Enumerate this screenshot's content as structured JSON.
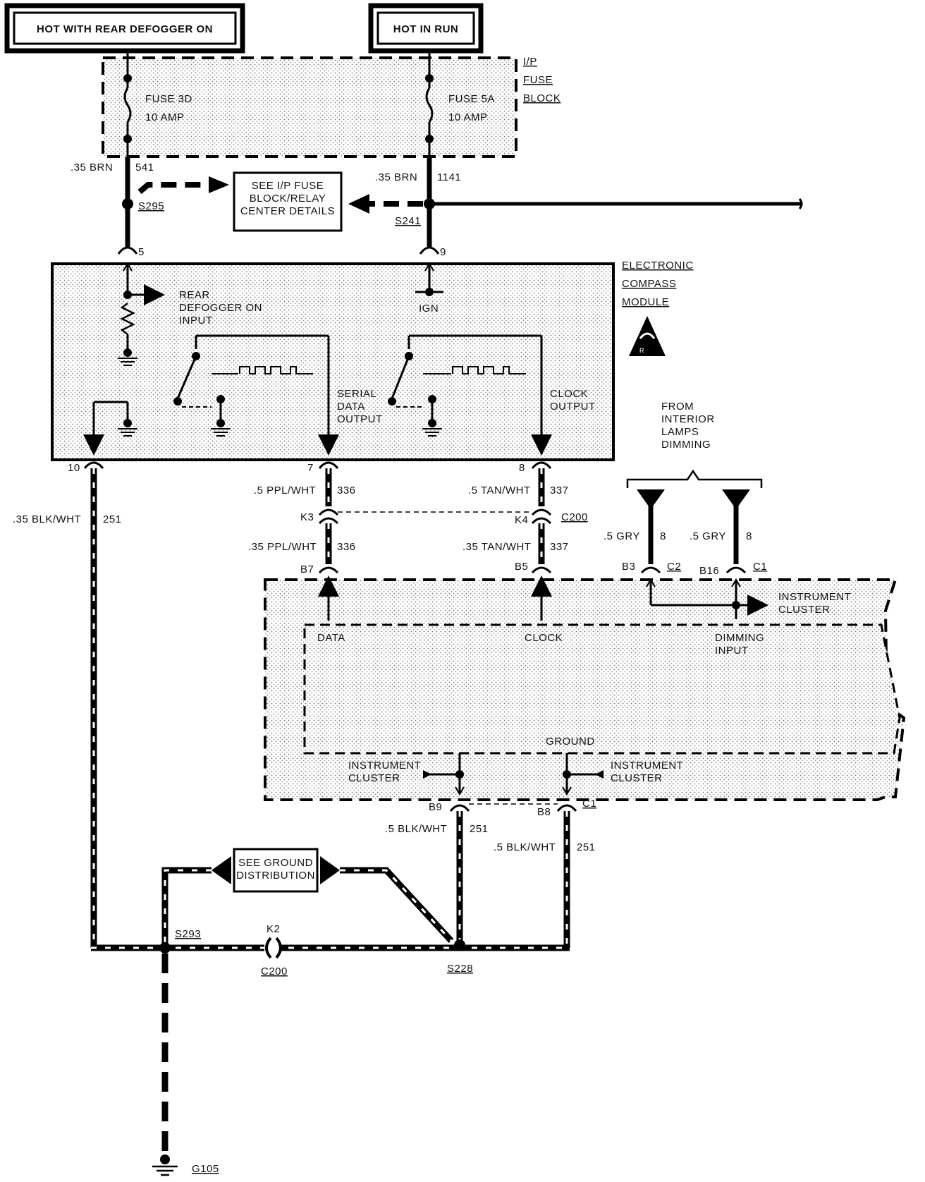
{
  "headers": {
    "hot_defogger": "HOT WITH REAR DEFOGGER ON",
    "hot_run": "HOT IN RUN"
  },
  "fuse_block": {
    "title_1": "I/P",
    "title_2": "FUSE",
    "title_3": "BLOCK",
    "fuse_3d_name": "FUSE 3D",
    "fuse_3d_amp": "10 AMP",
    "fuse_5a_name": "FUSE 5A",
    "fuse_5a_amp": "10 AMP"
  },
  "wires_top": {
    "left_gauge": ".35 BRN",
    "left_circuit": "541",
    "right_gauge": ".35 BRN",
    "right_circuit": "1141",
    "splice_left": "S295",
    "splice_right": "S241",
    "see_details_1": "SEE I/P FUSE",
    "see_details_2": "BLOCK/RELAY",
    "see_details_3": "CENTER DETAILS"
  },
  "module": {
    "title_1": "ELECTRONIC",
    "title_2": "COMPASS",
    "title_3": "MODULE",
    "pin5": "5",
    "pin9": "9",
    "rear_def_1": "REAR",
    "rear_def_2": "DEFOGGER ON",
    "rear_def_3": "INPUT",
    "ign": "IGN",
    "serial_1": "SERIAL",
    "serial_2": "DATA",
    "serial_3": "OUTPUT",
    "clock_1": "CLOCK",
    "clock_2": "OUTPUT",
    "pin10": "10",
    "pin7": "7",
    "pin8": "8"
  },
  "mid_wires": {
    "left_gauge": ".35 BLK/WHT",
    "left_circuit": "251",
    "ppl_gauge": ".5 PPL/WHT",
    "ppl_circuit": "336",
    "tan_gauge": ".5 TAN/WHT",
    "tan_circuit": "337",
    "k3": "K3",
    "k4": "K4",
    "c200": "C200",
    "ppl2_gauge": ".35 PPL/WHT",
    "ppl2_circuit": "336",
    "tan2_gauge": ".35 TAN/WHT",
    "tan2_circuit": "337",
    "b7": "B7",
    "b5": "B5"
  },
  "dimming": {
    "from_1": "FROM",
    "from_2": "INTERIOR",
    "from_3": "LAMPS",
    "from_4": "DIMMING",
    "gry1_gauge": ".5 GRY",
    "gry1_circuit": "8",
    "gry2_gauge": ".5 GRY",
    "gry2_circuit": "8",
    "b3": "B3",
    "c2": "C2",
    "b16": "B16",
    "c1": "C1"
  },
  "cluster": {
    "title_1": "INSTRUMENT",
    "title_2": "CLUSTER",
    "data": "DATA",
    "clock": "CLOCK",
    "dimming_1": "DIMMING",
    "dimming_2": "INPUT",
    "ground": "GROUND",
    "ic_left_1": "INSTRUMENT",
    "ic_left_2": "CLUSTER",
    "ic_right_1": "INSTRUMENT",
    "ic_right_2": "CLUSTER",
    "b9": "B9",
    "b8": "B8",
    "c1": "C1"
  },
  "ground_wires": {
    "left_gauge": ".5 BLK/WHT",
    "left_circuit": "251",
    "right_gauge": ".5 BLK/WHT",
    "right_circuit": "251",
    "see_gnd_1": "SEE GROUND",
    "see_gnd_2": "DISTRIBUTION",
    "s293": "S293",
    "k2": "K2",
    "c200": "C200",
    "s228": "S228",
    "g105": "G105"
  }
}
